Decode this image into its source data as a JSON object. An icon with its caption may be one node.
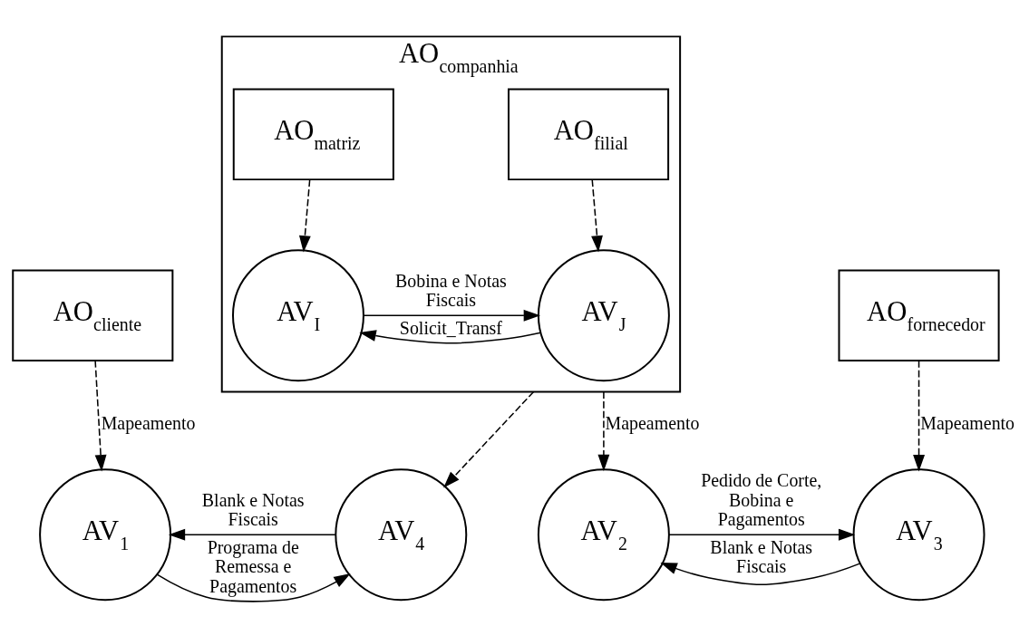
{
  "diagram": {
    "nodes": [
      {
        "text": [
          "AO$_{companhia}$"
        ]
      },
      {
        "text": [
          "AO$_{matriz}$"
        ],
        "in": 0
      },
      {
        "text": [
          "AO$_{filial}$"
        ],
        "in": 0
      },
      {
        "text": [
          "AV$_{I}$"
        ],
        "in": 0
      },
      {
        "text": [
          "AV$_{J}$"
        ],
        "in": 0
      },
      {
        "text": [
          "AO$_{cliente}$"
        ]
      },
      {
        "text": [
          "AO$_{fornecedor}$"
        ]
      },
      {
        "text": [
          "AV$_{1}$"
        ]
      },
      {
        "text": [
          "AV$_{4}$"
        ]
      },
      {
        "text": [
          "AV$_{2}$"
        ]
      },
      {
        "text": [
          "AV$_{3}$"
        ]
      }
    ],
    "edges": [
      {
        "from": 1,
        "to": 3,
        "arrow": "to",
        "style": "dashed"
      },
      {
        "from": 2,
        "to": 4,
        "arrow": "to",
        "style": "dashed"
      },
      {
        "from": 3,
        "to": 4,
        "arrow": "to",
        "label": "Bobina e Notas Fiscais"
      },
      {
        "from": 4,
        "to": 3,
        "arrow": "to",
        "label": "Solicit_Transf"
      },
      {
        "from": 5,
        "to": 7,
        "arrow": "to",
        "style": "dashed",
        "label": "Mapeamento"
      },
      {
        "from": 0,
        "to": 8,
        "arrow": "to",
        "style": "dashed"
      },
      {
        "from": 0,
        "to": 9,
        "arrow": "to",
        "style": "dashed",
        "label": "Mapeamento"
      },
      {
        "from": 6,
        "to": 10,
        "arrow": "to",
        "style": "dashed",
        "label": "Mapeamento"
      },
      {
        "from": 7,
        "to": 8,
        "arrow": "to",
        "label": "Programa de Remessa e Pagamentos"
      },
      {
        "from": 8,
        "to": 7,
        "arrow": "to",
        "label": "Blank e Notas Fiscais"
      },
      {
        "from": 9,
        "to": 10,
        "arrow": "to",
        "label": "Pedido de Corte, Bobina e Pagamentos"
      },
      {
        "from": 10,
        "to": 9,
        "arrow": "to",
        "label": "Blank e Notas Fiscais"
      }
    ]
  }
}
